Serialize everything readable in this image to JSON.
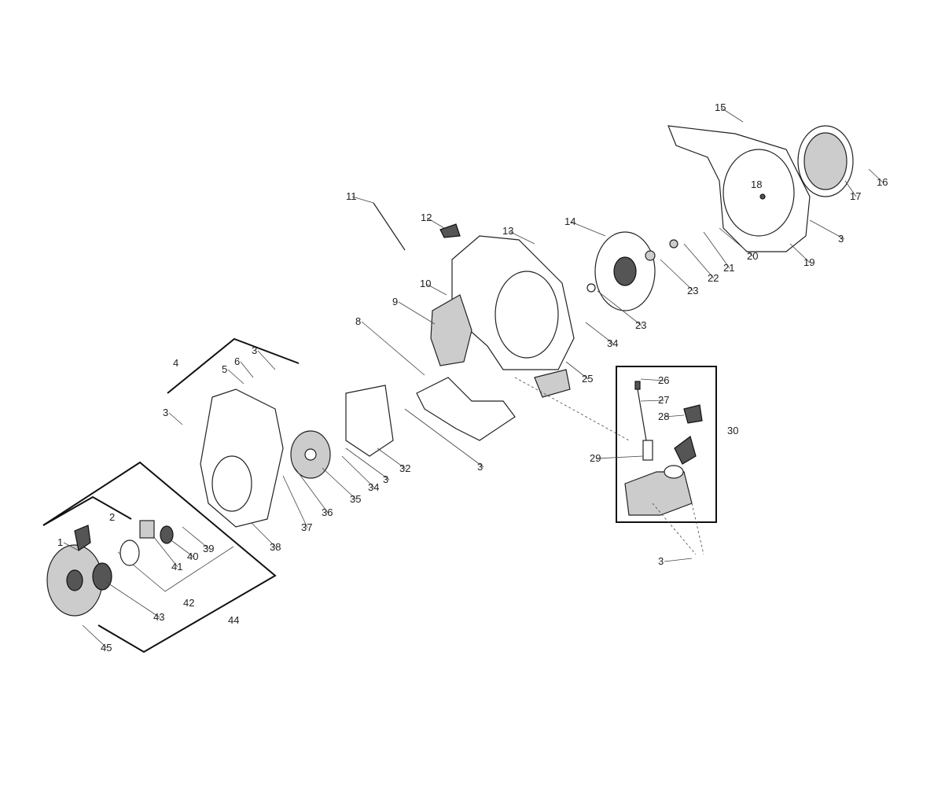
{
  "diagram": {
    "type": "exploded-parts-view",
    "callouts": [
      "15",
      "16",
      "17",
      "18",
      "3",
      "19",
      "20",
      "21",
      "22",
      "23",
      "23",
      "14",
      "13",
      "12",
      "11",
      "10",
      "9",
      "8",
      "34",
      "25",
      "26",
      "27",
      "28",
      "30",
      "29",
      "3",
      "4",
      "6",
      "3",
      "5",
      "3",
      "32",
      "3",
      "34",
      "35",
      "36",
      "37",
      "38",
      "3",
      "2",
      "1",
      "39",
      "40",
      "41",
      "42",
      "43",
      "44",
      "45"
    ]
  }
}
